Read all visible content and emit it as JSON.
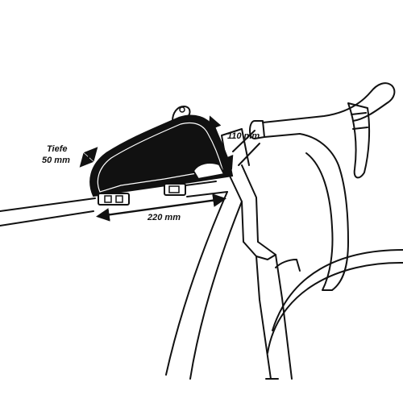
{
  "labels": {
    "depth_word": "Tiefe",
    "depth": "50 mm",
    "height": "110 mm",
    "length": "220 mm"
  },
  "colors": {
    "line": "#111111",
    "bag": "#111111",
    "background": "#ffffff"
  }
}
